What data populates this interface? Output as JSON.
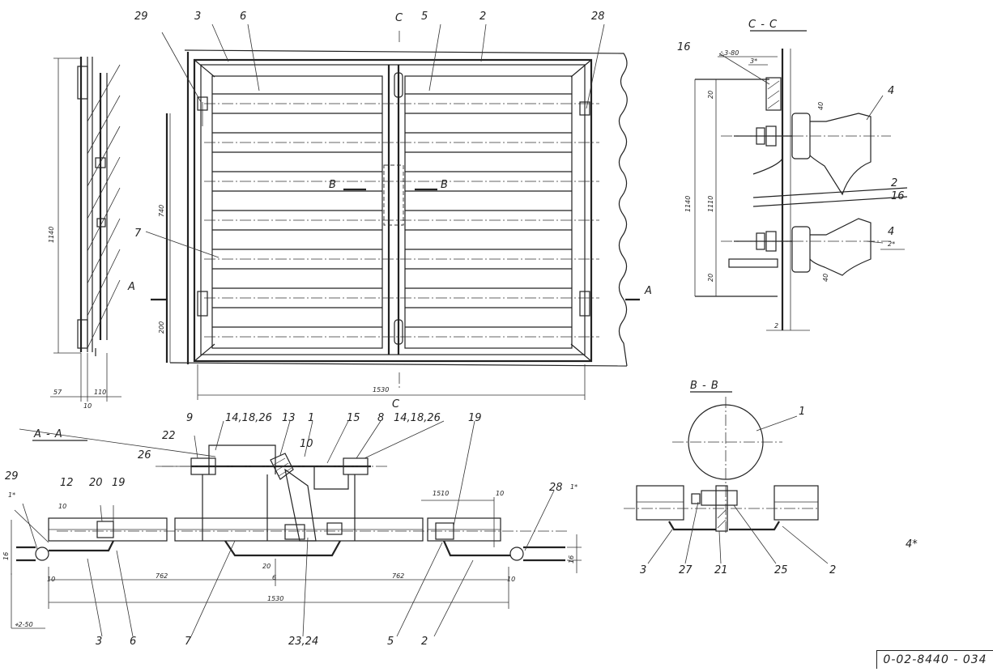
{
  "drawing_number": "0-02-8440 - 034",
  "note_mark": "4*",
  "sections": {
    "a_a": "A - A",
    "b_b": "B - B",
    "c_c": "C - C",
    "cut_a": "A",
    "cut_b": "B",
    "cut_c": "C"
  },
  "callouts_front": [
    "29",
    "3",
    "6",
    "5",
    "2",
    "28",
    "7"
  ],
  "callouts_aa": [
    "9",
    "14,18,26",
    "13",
    "1",
    "15",
    "8",
    "14,18,26",
    "19",
    "22",
    "26",
    "10",
    "12",
    "20",
    "19",
    "29",
    "1*",
    "28",
    "1*",
    "3",
    "6",
    "7",
    "23,24",
    "5",
    "2"
  ],
  "callouts_bb": [
    "1",
    "3",
    "27",
    "21",
    "25",
    "2"
  ],
  "callouts_cc": [
    "16",
    "4",
    "2",
    "16",
    "4",
    "2*"
  ],
  "weld_notes": [
    "△3-80",
    "3*",
    "⌖2-50"
  ],
  "dimensions": {
    "side_height": "1140",
    "side_57": "57",
    "side_110": "110",
    "side_10": "10",
    "front_width": "1530",
    "front_740": "740",
    "front_200": "200",
    "aa_1510": "1510",
    "aa_10a": "10",
    "aa_10b": "10",
    "aa_10c": "10",
    "aa_10d": "10",
    "aa_16a": "16",
    "aa_16b": "16",
    "aa_20": "20",
    "aa_6": "6",
    "aa_762a": "762",
    "aa_762b": "762",
    "aa_1530": "1530",
    "cc_1140": "1140",
    "cc_1110": "1110",
    "cc_20a": "20",
    "cc_20b": "20",
    "cc_40a": "40",
    "cc_40b": "40",
    "cc_2": "2"
  }
}
